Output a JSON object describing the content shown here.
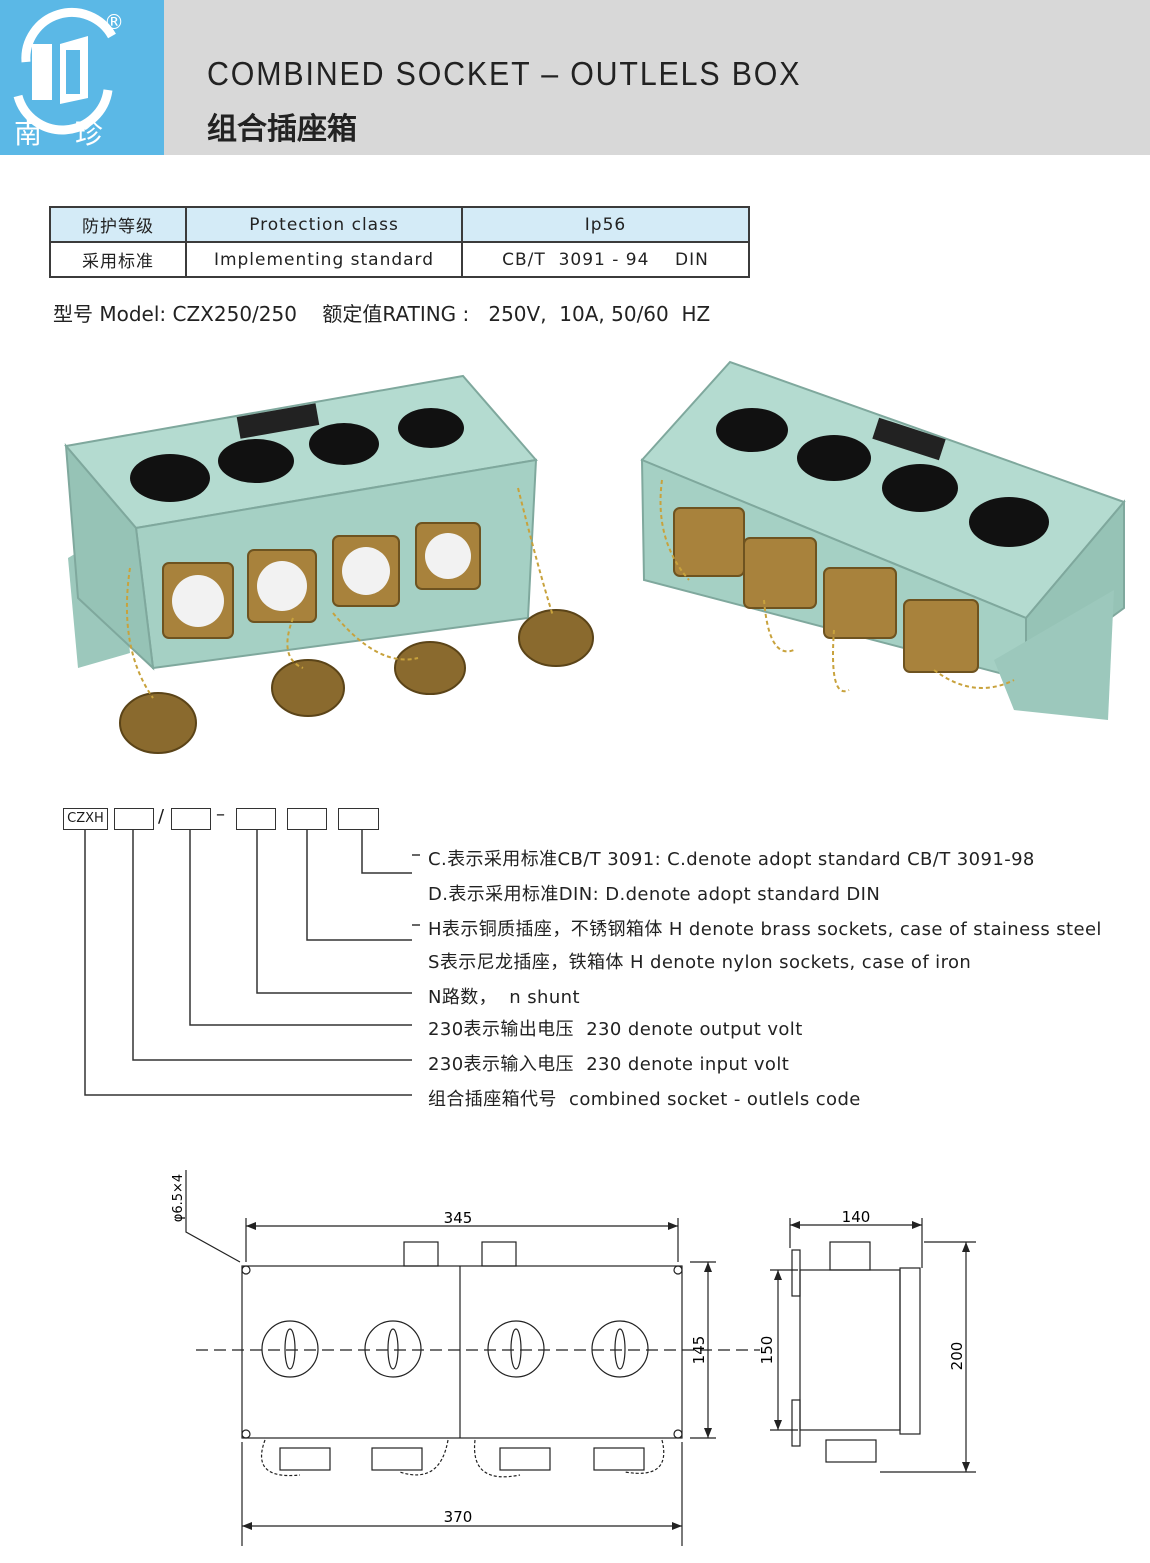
{
  "header": {
    "logo_text": "南 珍",
    "registered_mark": "®",
    "title_en": "COMBINED SOCKET – OUTLELS BOX",
    "title_cn": "组合插座箱"
  },
  "spec_table": {
    "rows": [
      {
        "cn": "防护等级",
        "en": "Protection class",
        "value": "Ip56"
      },
      {
        "cn": "采用标准",
        "en": "Implementing standard",
        "value": "CB/T  3091 - 94    DIN"
      }
    ]
  },
  "model_line": "型号 Model: CZX250/250    额定值RATING :   250V,  10A, 50/60  HZ",
  "code_scheme": {
    "prefix": "CZXH",
    "slash": "/",
    "dash": "–",
    "legend": [
      "C.表示采用标准CB/T 3091: C.denote adopt standard CB/T 3091-98",
      "D.表示采用标准DIN: D.denote adopt standard DIN",
      "H表示铜质插座，不锈钢箱体 H denote brass sockets, case of stainess steel",
      "S表示尼龙插座，铁箱体 H denote nylon sockets, case of iron",
      "N路数，  n shunt",
      "230表示输出电压  230 denote output volt",
      "230表示输入电压  230 denote input volt",
      "组合插座箱代号  combined socket - outlels code"
    ]
  },
  "drawing": {
    "hole_label": "φ6.5×4",
    "dim_345": "345",
    "dim_370": "370",
    "dim_145": "145",
    "dim_140": "140",
    "dim_150": "150",
    "dim_200": "200"
  },
  "colors": {
    "logo_bg": "#5bb8e6",
    "header_bg": "#d8d8d8",
    "table_highlight": "#d4ebf7",
    "box_body": "#a9d3c8",
    "brass": "#a8823c"
  }
}
